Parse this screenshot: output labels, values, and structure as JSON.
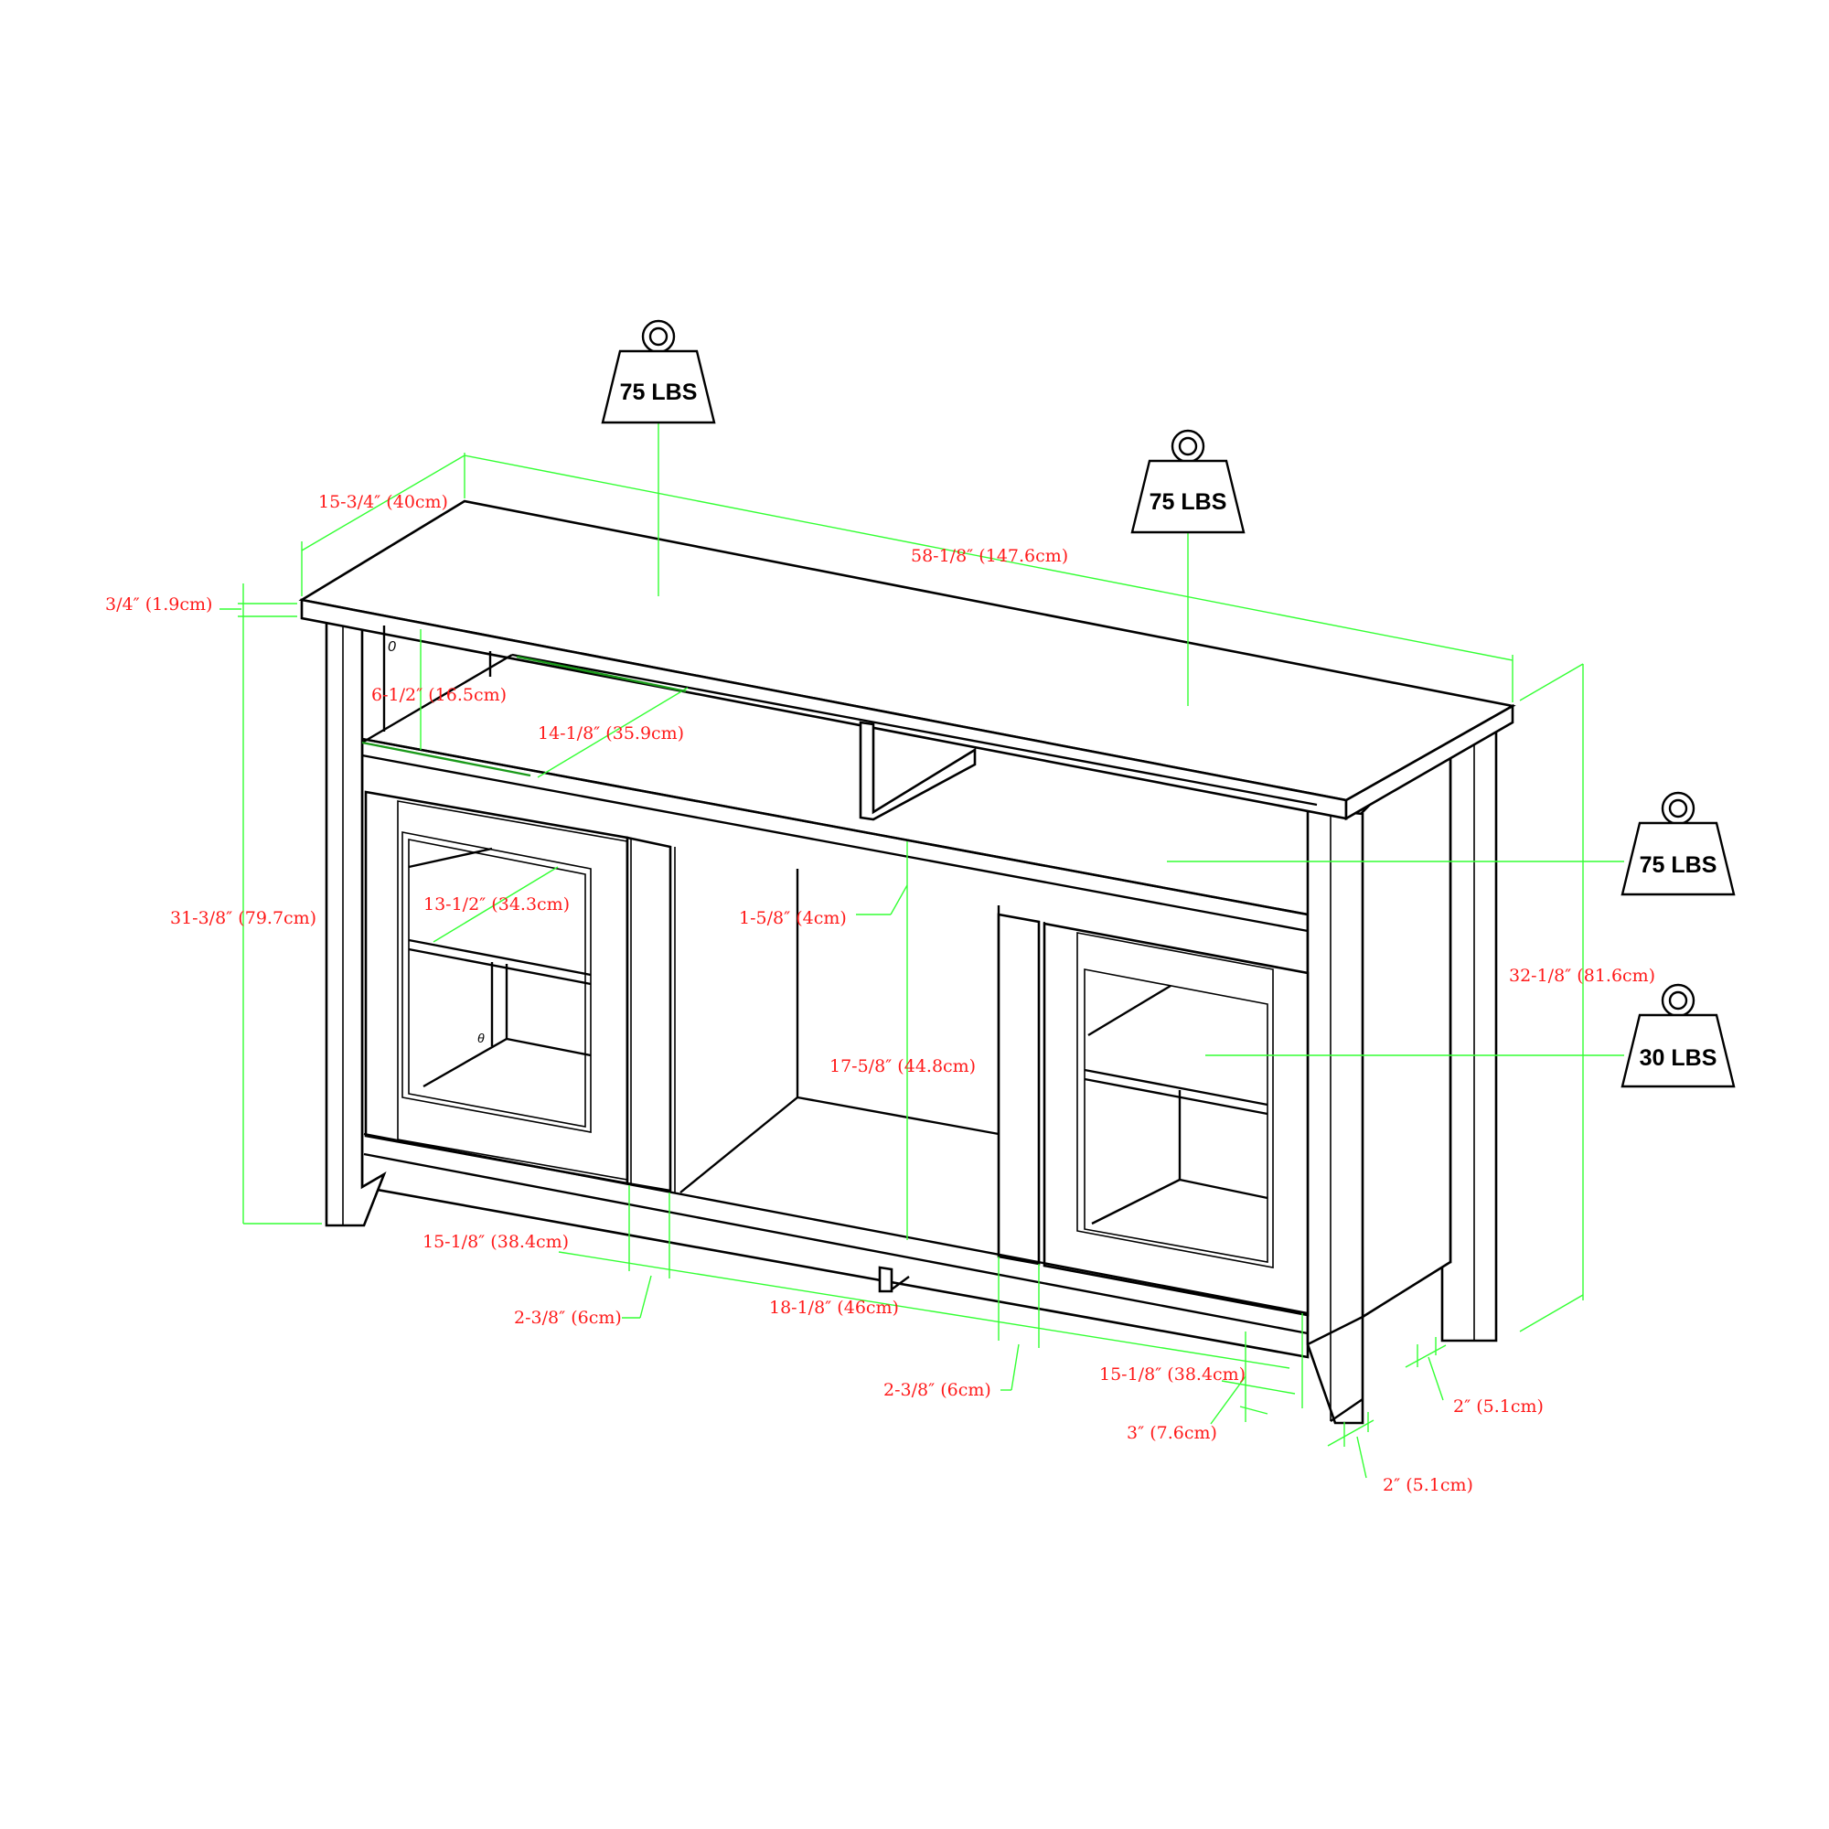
{
  "diagram": {
    "subject": "TV stand / media console dimension drawing",
    "colors": {
      "dimension_text": "#ff1a1a",
      "dimension_lines": "#33ff33",
      "outline": "#000000",
      "background": "#ffffff"
    },
    "dimensions": {
      "depth": "15-3/4″ (40cm)",
      "width": "58-1/8″ (147.6cm)",
      "top_thickness": "3/4″ (1.9cm)",
      "open_shelf_height": "6-1/2″ (16.5cm)",
      "open_shelf_depth": "14-1/8″ (35.9cm)",
      "cabinet_shelf_depth": "13-1/2″ (34.3cm)",
      "overall_height_front": "31-3/8″ (79.7cm)",
      "rail_height": "1-5/8″ (4cm)",
      "center_opening_height": "17-5/8″ (44.8cm)",
      "overall_height_side": "32-1/8″ (81.6cm)",
      "left_door_width": "15-1/8″ (38.4cm)",
      "left_divider_width": "2-3/8″ (6cm)",
      "center_opening_width": "18-1/8″ (46cm)",
      "right_divider_width": "2-3/8″ (6cm)",
      "right_door_width": "15-1/8″ (38.4cm)",
      "leg_height": "3″ (7.6cm)",
      "front_leg_width": "2″ (5.1cm)",
      "back_leg_width": "2″ (5.1cm)"
    },
    "weight_capacities": {
      "top_left": "75 LBS",
      "top_right": "75 LBS",
      "open_shelf": "75 LBS",
      "cabinet_shelf": "30 LBS"
    }
  }
}
